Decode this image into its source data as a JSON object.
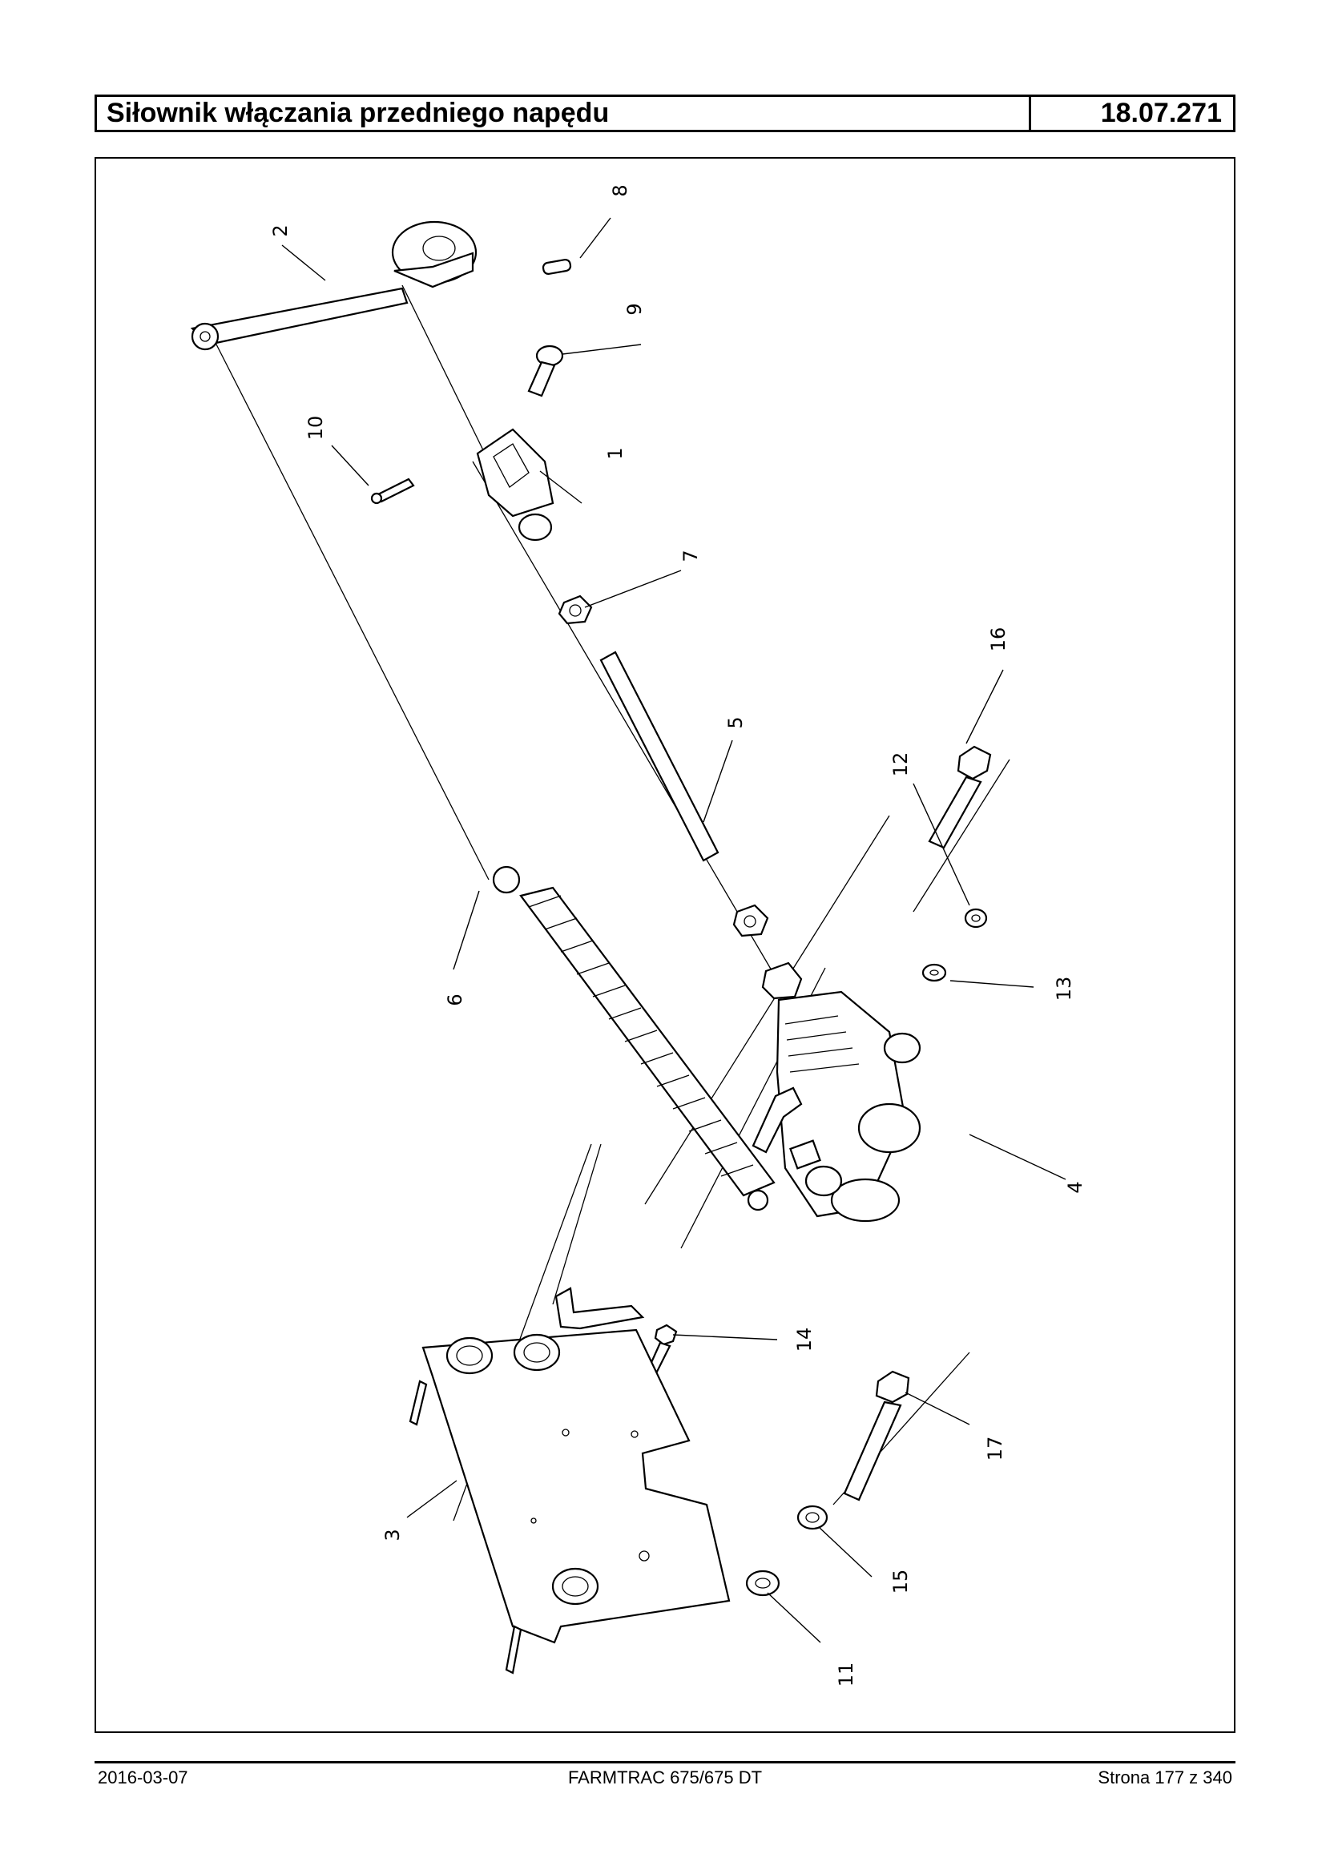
{
  "header": {
    "title": "Siłownik włączania przedniego napędu",
    "code": "18.07.271"
  },
  "drawing": {
    "callouts": [
      "1",
      "2",
      "3",
      "4",
      "5",
      "6",
      "7",
      "8",
      "9",
      "10",
      "11",
      "12",
      "13",
      "14",
      "15",
      "16",
      "17"
    ]
  },
  "footer": {
    "date": "2016-03-07",
    "model": "FARMTRAC 675/675 DT",
    "page": "Strona 177 z 340"
  }
}
